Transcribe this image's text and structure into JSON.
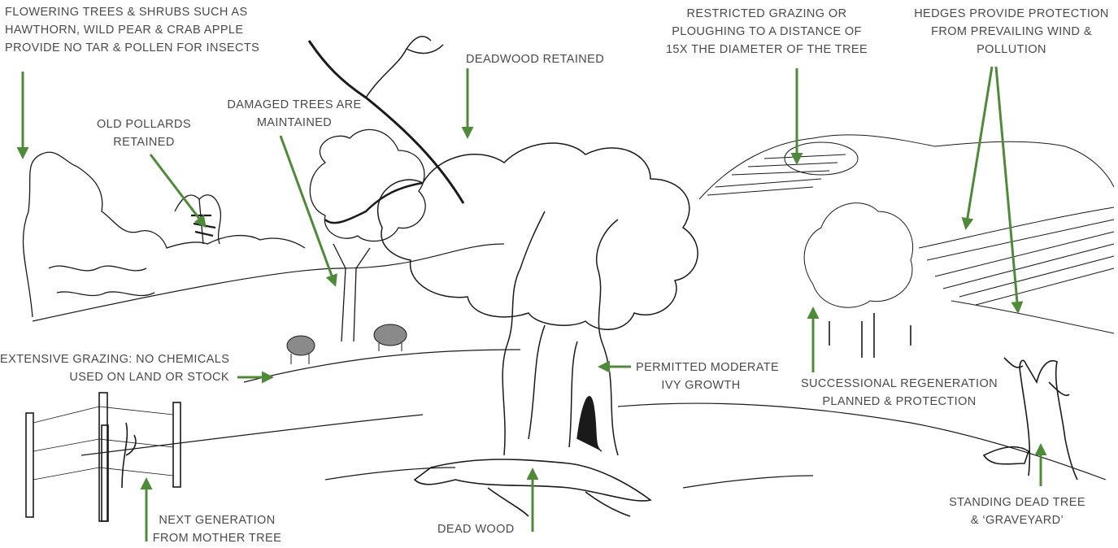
{
  "colors": {
    "arrow": "#4f8a3a",
    "ink": "#1a1a1a",
    "label_text": "#4a4a4a",
    "background": "#ffffff"
  },
  "labels": {
    "flowering": [
      "FLOWERING TREES & SHRUBS SUCH AS",
      "HAWTHORN, WILD PEAR & CRAB APPLE",
      "PROVIDE NO TAR & POLLEN FOR INSECTS"
    ],
    "pollards": [
      "OLD POLLARDS",
      "RETAINED"
    ],
    "damaged": [
      "DAMAGED TREES ARE",
      "MAINTAINED"
    ],
    "deadwood_retained": [
      "DEADWOOD RETAINED"
    ],
    "restricted": [
      "RESTRICTED GRAZING OR",
      "PLOUGHING TO A DISTANCE OF",
      "15X THE DIAMETER OF THE TREE"
    ],
    "hedges": [
      "HEDGES PROVIDE PROTECTION",
      "FROM PREVAILING WIND &",
      "POLLUTION"
    ],
    "grazing": [
      "EXTENSIVE GRAZING: NO CHEMICALS",
      "USED ON LAND OR STOCK"
    ],
    "ivy": [
      "PERMITTED MODERATE",
      "IVY GROWTH"
    ],
    "successional": [
      "SUCCESSIONAL REGENERATION",
      "PLANNED & PROTECTION"
    ],
    "next_gen": [
      "NEXT GENERATION",
      "FROM MOTHER TREE"
    ],
    "dead_wood": [
      "DEAD WOOD"
    ],
    "standing": [
      "STANDING DEAD TREE",
      "& ‘GRAVEYARD’"
    ]
  }
}
